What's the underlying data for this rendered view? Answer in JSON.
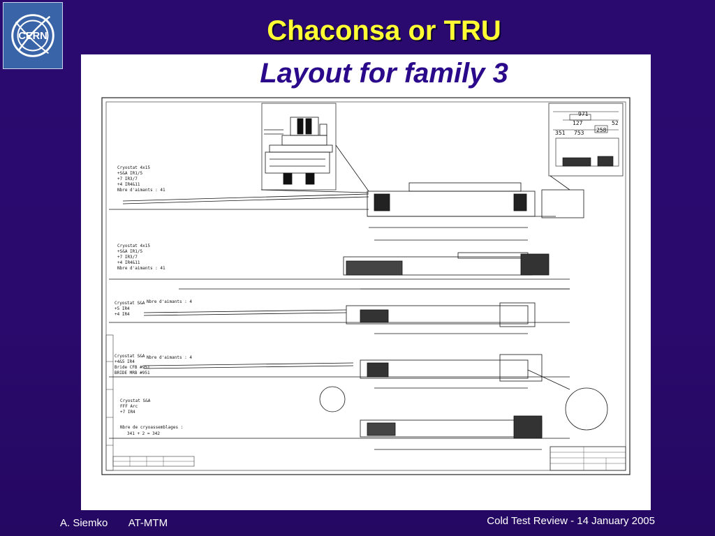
{
  "slide": {
    "title": "Chaconsa or TRU",
    "subtitle": "Layout for family 3"
  },
  "logo": {
    "text": "CERN",
    "icon": "cern-logo-icon"
  },
  "drawing": {
    "icon": "engineering-layout-drawing",
    "dimensions": [
      "971",
      "127",
      "52",
      "351",
      "753",
      "258"
    ],
    "rows": [
      {
        "notes": [
          "Cryostat 4x15",
          "+S&A IR1/5",
          "+7 IR3/7",
          "+4 IR4&11",
          "Nbre d'aimants : 41"
        ]
      },
      {
        "notes": [
          "Cryostat 4x15",
          "+S&A IR1/5",
          "+7 IR3/7",
          "+4 IR4&11",
          "Nbre d'aimants : 41"
        ]
      },
      {
        "label": "Nbre d'aimants : 4",
        "notes": [
          "Cryostat S&A",
          "+5 IR4",
          "+4 IR4"
        ]
      },
      {
        "label": "Nbre d'aimants : 4",
        "notes": [
          "Cryostat S&A",
          "+4&5 IR4",
          "Bride CFB #951",
          "BRIDE MRB #951"
        ]
      },
      {
        "notes": [
          "Cryostat S&A",
          "FFF Arc",
          "+7 IR4",
          "Nbre de cryoassemblages :",
          "341 + 2 = 342"
        ]
      }
    ]
  },
  "footer": {
    "author": "A. Siemko",
    "group": "AT-MTM",
    "event": "Cold Test Review - 14 January 2005"
  }
}
